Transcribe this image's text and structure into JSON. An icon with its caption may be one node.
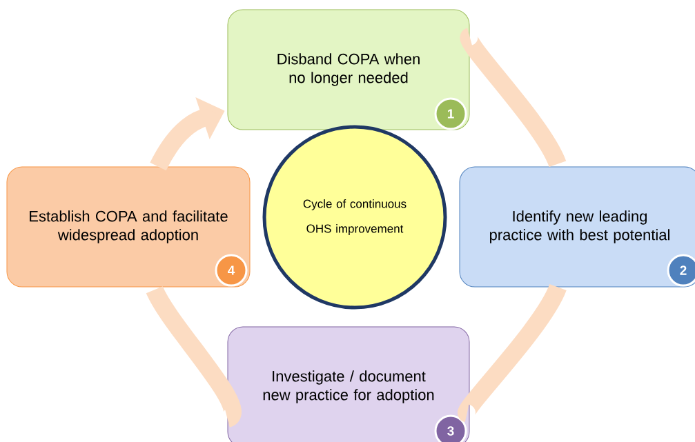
{
  "diagram": {
    "nodes": [
      {
        "text": [
          "Disband COPA when no longer needed",
          "1"
        ]
      },
      {
        "text": [
          "Identify new leading practice with best potential",
          "2"
        ]
      },
      {
        "text": [
          "Investigate / document new practice for adoption",
          "3"
        ]
      },
      {
        "text": [
          "Establish COPA and facilitate widespread adoption",
          "4"
        ]
      },
      {
        "text": [
          "Cycle of continuous OHS improvement"
        ]
      }
    ],
    "edges": [
      {
        "from": 0,
        "to": 1,
        "arrow": "none"
      },
      {
        "from": 1,
        "to": 2,
        "arrow": "none"
      },
      {
        "from": 2,
        "to": 3,
        "arrow": "none"
      },
      {
        "from": 3,
        "to": 0,
        "arrow": "to"
      }
    ]
  }
}
